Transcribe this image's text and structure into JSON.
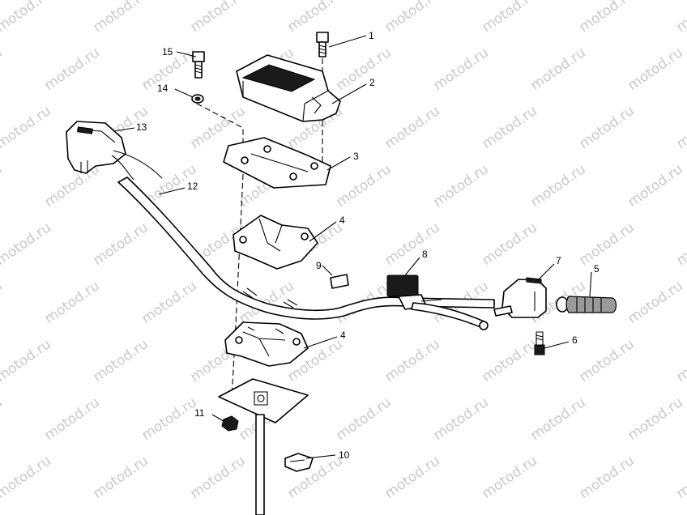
{
  "watermark": {
    "text": "motod.ru"
  },
  "callouts": [
    "1",
    "2",
    "3",
    "4",
    "4",
    "5",
    "6",
    "7",
    "8",
    "9",
    "10",
    "11",
    "12",
    "13",
    "14",
    "15"
  ]
}
